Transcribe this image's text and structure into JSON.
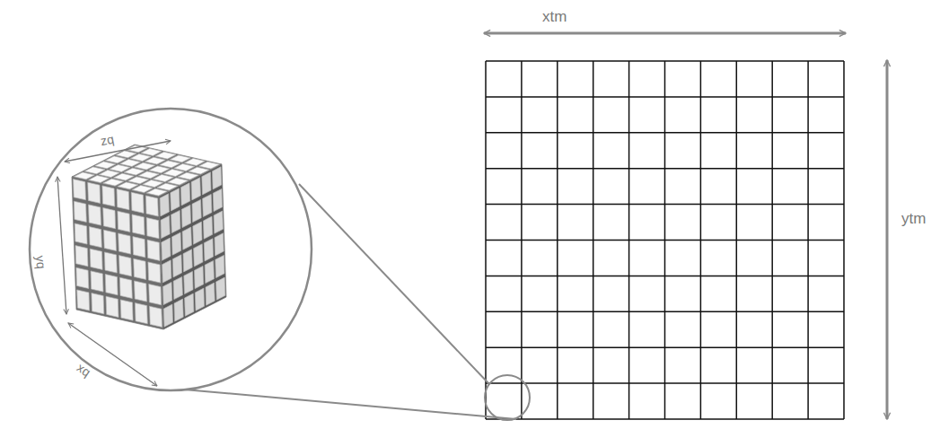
{
  "diagram": {
    "labels": [
      "xtm",
      "ytm",
      "zq",
      "yq",
      "xq"
    ]
  }
}
